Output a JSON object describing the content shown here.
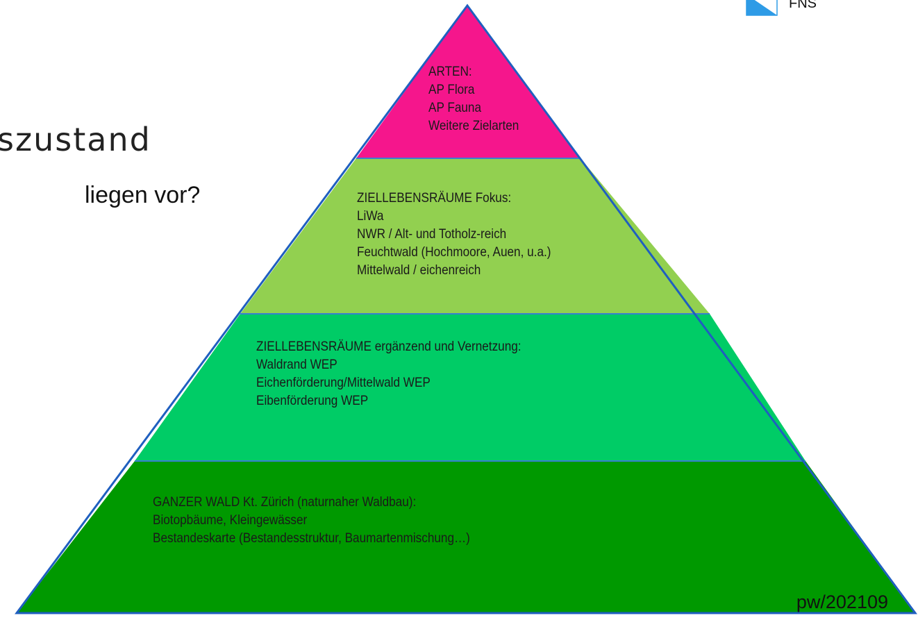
{
  "colors": {
    "apex": "#f5168c",
    "layer2": "#92d050",
    "layer3": "#00cc66",
    "base": "#009900",
    "outline": "#1f5fbf",
    "logo_blue": "#2e9be6"
  },
  "title_fragment": "szustand",
  "subtitle_fragment": "liegen vor?",
  "logo": {
    "text": "FNS",
    "icon": "zurich-shield-icon"
  },
  "pyramid": {
    "apex": {
      "lines": [
        "ARTEN:",
        "AP Flora",
        "AP Fauna",
        "Weitere Zielarten"
      ]
    },
    "layer2": {
      "lines": [
        "ZIELLEBENSRÄUME Fokus:",
        "LiWa",
        "NWR / Alt- und Totholz-reich",
        "Feuchtwald (Hochmoore, Auen, u.a.)",
        "Mittelwald / eichenreich"
      ]
    },
    "layer3": {
      "lines": [
        "ZIELLEBENSRÄUME ergänzend und Vernetzung:",
        "Waldrand WEP",
        "Eichenförderung/Mittelwald WEP",
        "Eibenförderung WEP"
      ]
    },
    "base": {
      "lines": [
        "GANZER WALD Kt. Zürich (naturnaher Waldbau):",
        "Biotopbäume, Kleingewässer",
        "Bestandeskarte (Bestandesstruktur, Baumartenmischung…)"
      ]
    }
  },
  "footer_code": "pw/202109"
}
